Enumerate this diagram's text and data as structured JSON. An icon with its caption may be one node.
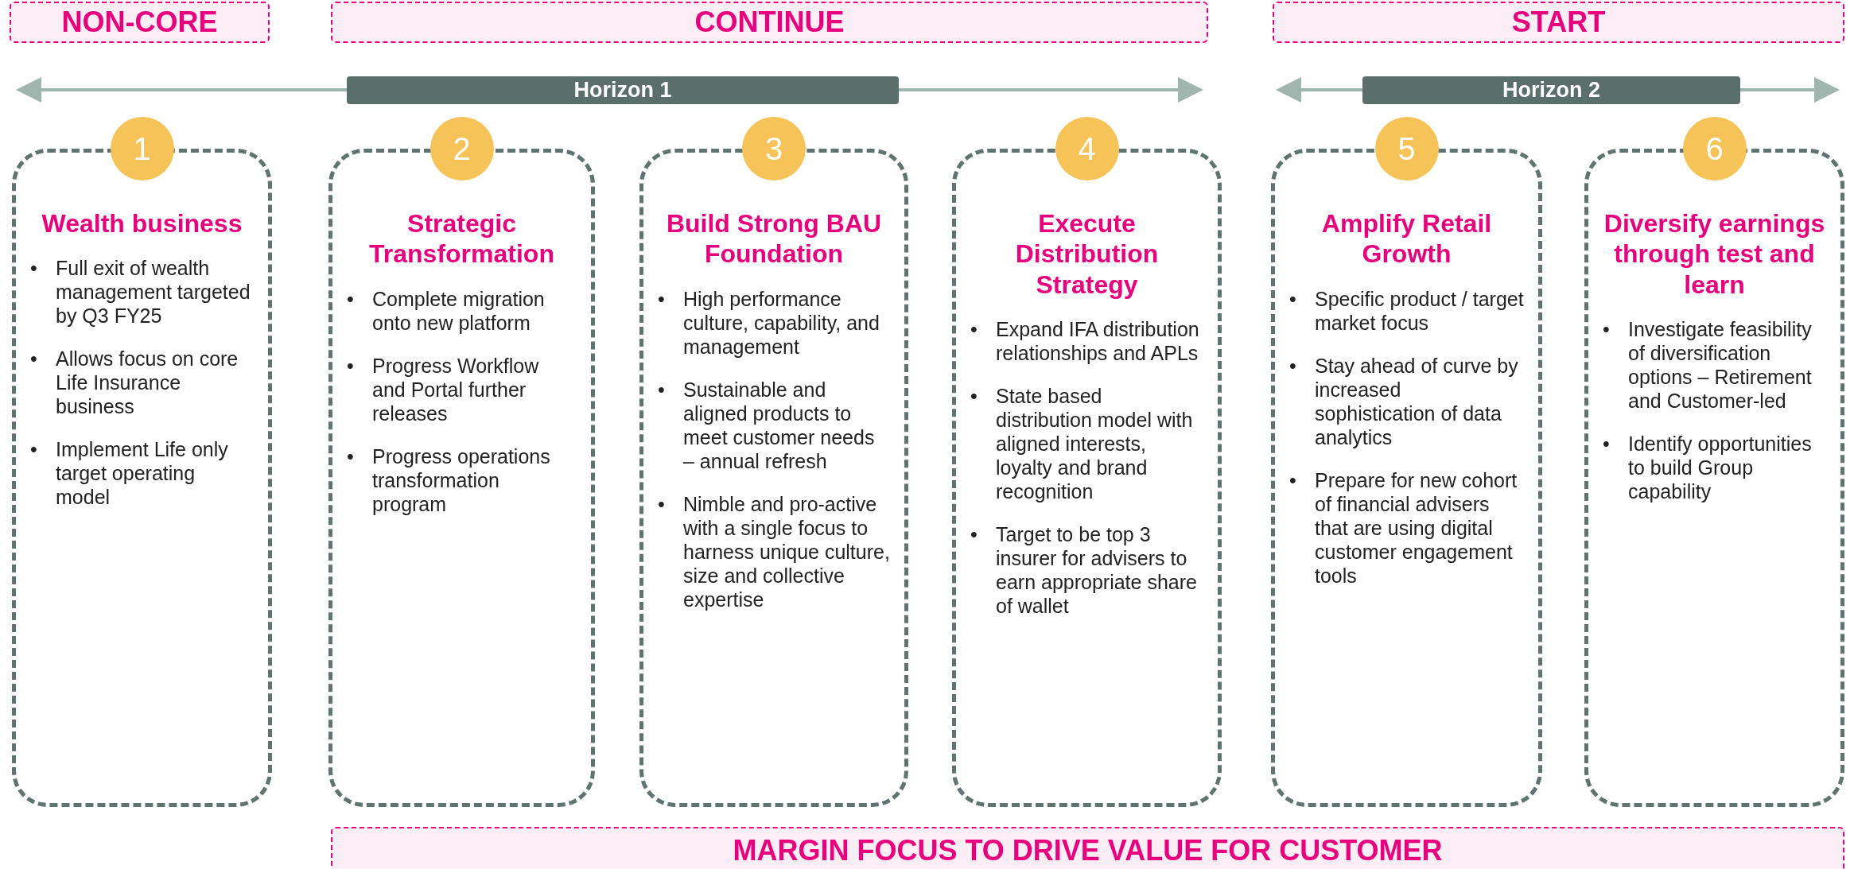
{
  "diagram": {
    "nodes": [
      {
        "text": [
          "NON-CORE"
        ]
      },
      {
        "text": [
          "CONTINUE"
        ]
      },
      {
        "text": [
          "START"
        ]
      },
      {
        "text": [
          "Horizon 1"
        ]
      },
      {
        "text": [
          "Horizon 2"
        ]
      },
      {
        "text": [
          "1"
        ]
      },
      {
        "text": [
          "Wealth business",
          "• Full exit of wealth management targeted by Q3 FY25",
          "• Allows focus on core Life Insurance business",
          "• Implement Life only target operating model"
        ]
      },
      {
        "text": [
          "2"
        ]
      },
      {
        "text": [
          "Strategic Transformation",
          "• Complete migration onto new platform",
          "• Progress Workflow and Portal further releases",
          "• Progress operations transformation program"
        ]
      },
      {
        "text": [
          "3"
        ]
      },
      {
        "text": [
          "Build Strong BAU Foundation",
          "• High performance culture, capability, and management",
          "• Sustainable and aligned products to meet customer needs – annual refresh",
          "• Nimble and pro-active with a single focus to harness unique culture, size and collective expertise"
        ]
      },
      {
        "text": [
          "4"
        ]
      },
      {
        "text": [
          "Execute Distribution Strategy",
          "• Expand IFA distribution relationships and APLs",
          "• State based distribution model with aligned interests, loyalty and brand recognition",
          "• Target to be top 3 insurer for advisers to earn appropriate share of wallet"
        ]
      },
      {
        "text": [
          "5"
        ]
      },
      {
        "text": [
          "Amplify Retail Growth",
          "• Specific product / target market focus",
          "• Stay ahead of curve by increased sophistication of data analytics",
          "• Prepare for new cohort of financial advisers that are using digital customer engagement tools"
        ]
      },
      {
        "text": [
          "6"
        ]
      },
      {
        "text": [
          "Diversify earnings through test and learn",
          "• Investigate feasibility of diversification options – Retirement and Customer-led",
          "• Identify opportunities to build Group capability"
        ]
      },
      {
        "text": [
          "MARGIN FOCUS TO DRIVE VALUE FOR CUSTOMER"
        ]
      }
    ],
    "edges": []
  }
}
